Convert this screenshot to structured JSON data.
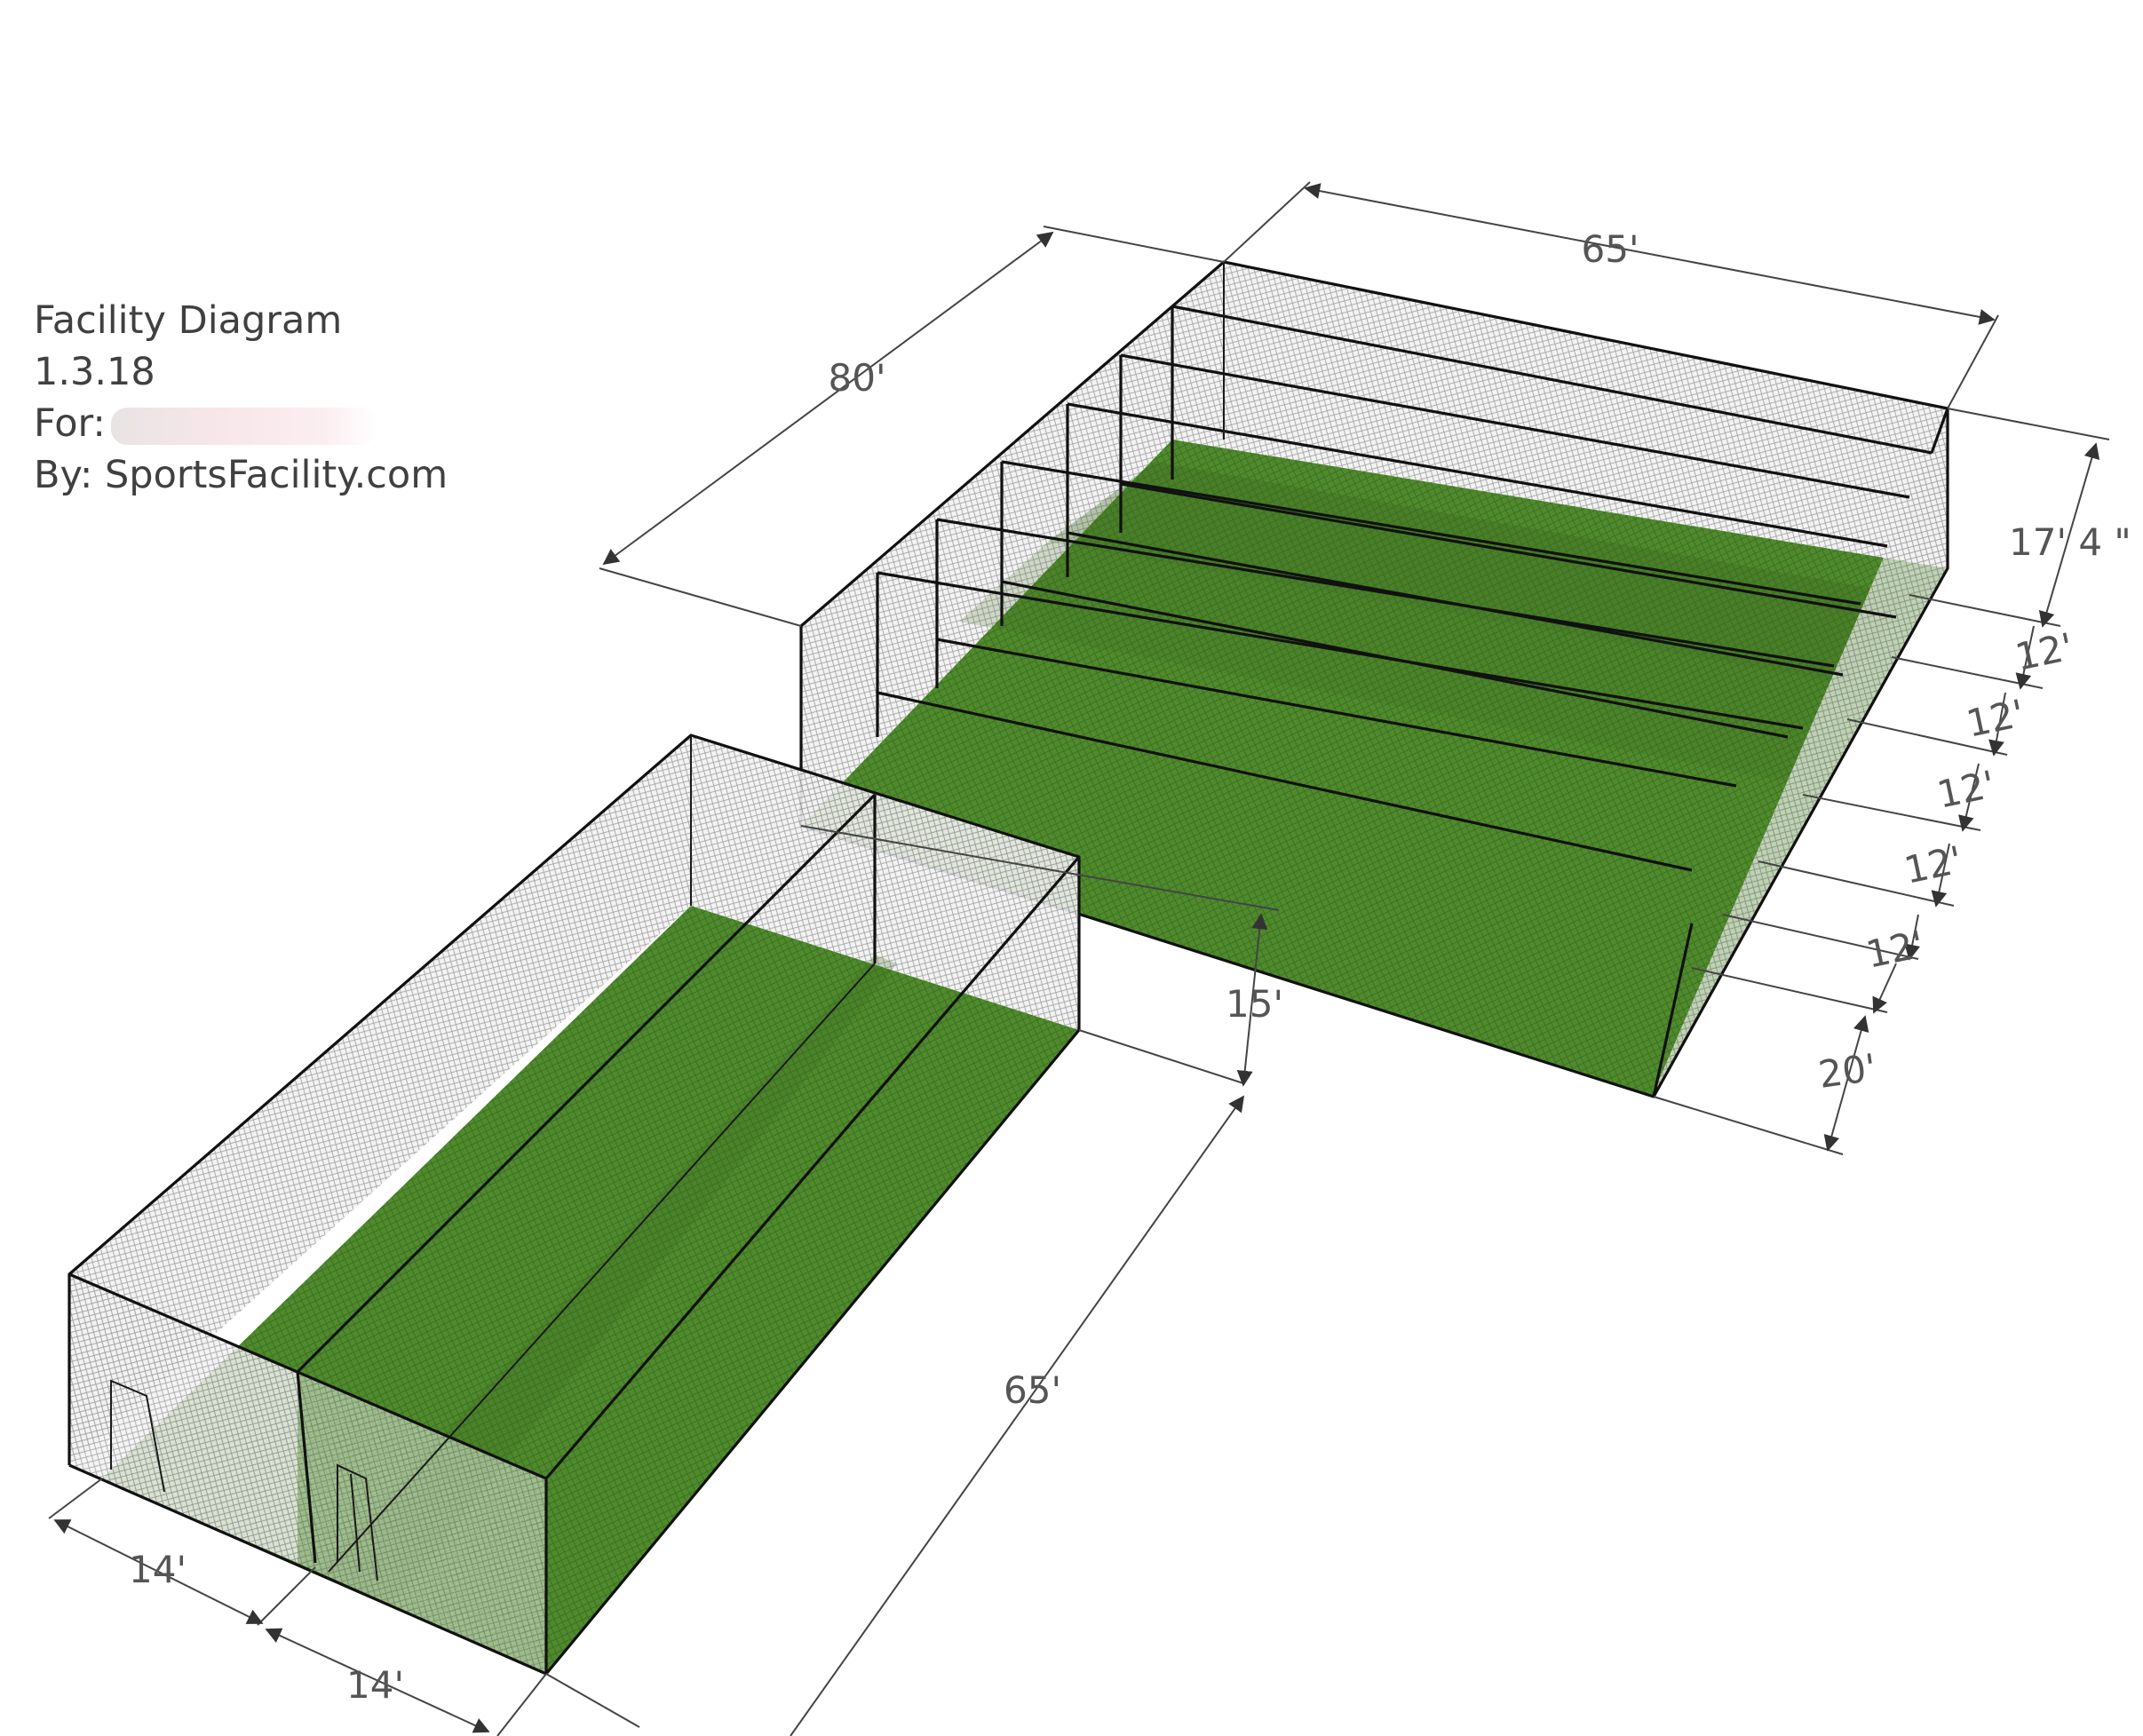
{
  "title_block": {
    "title": "Facility Diagram",
    "date": "1.3.18",
    "for_label": "For:",
    "by_line": "By: SportsFacility.com"
  },
  "dimensions": {
    "top_length": "65'",
    "top_width": "80'",
    "height": "17' 4 \"",
    "lane_1": "12'",
    "lane_2": "12'",
    "lane_3": "12'",
    "lane_4": "12'",
    "lane_5": "12'",
    "end_width": "20'",
    "gap": "15'",
    "bottom_length": "65'",
    "bottom_lane_1": "14'",
    "bottom_lane_2": "14'"
  },
  "colors": {
    "turf": "#4e8a2c",
    "turf_dark": "#3f7222",
    "net": "#d8d8d8",
    "edge": "#111111"
  }
}
